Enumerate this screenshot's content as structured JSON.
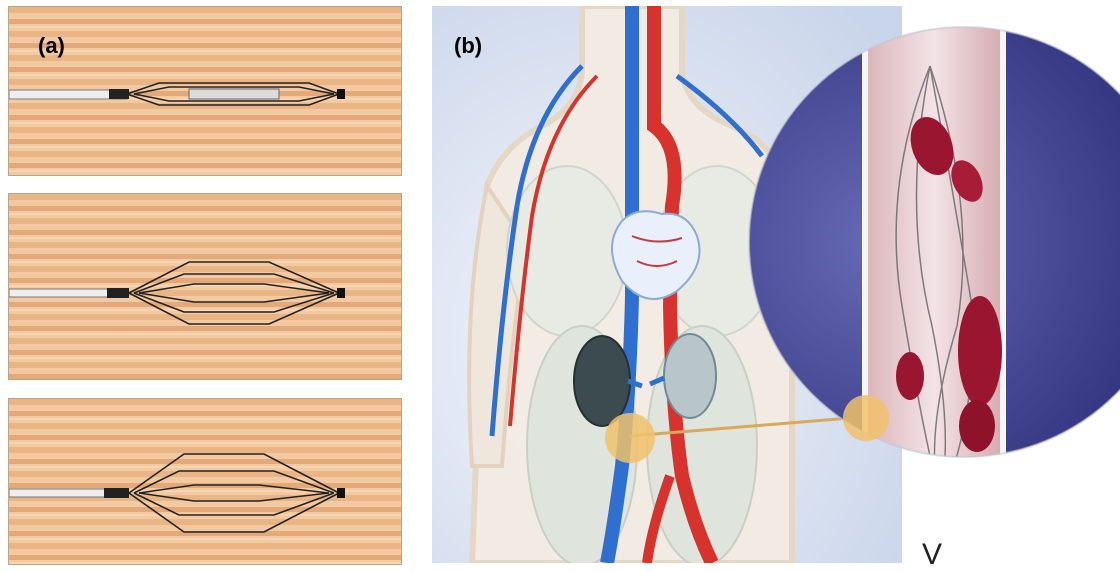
{
  "panels": {
    "a": {
      "label": "(a)"
    },
    "b": {
      "label": "(b)",
      "corner_text": "V"
    }
  },
  "colors": {
    "wood_light": "#f2c9a0",
    "wood_dark": "#e3a978",
    "vein": "#2f6fd0",
    "artery": "#d8322c",
    "magnifier_bg": "#3c3f8f",
    "clot": "#9a1530",
    "marker": "#f0c26a"
  },
  "filter_stages": [
    "collapsed",
    "partially-expanded",
    "fully-expanded"
  ]
}
